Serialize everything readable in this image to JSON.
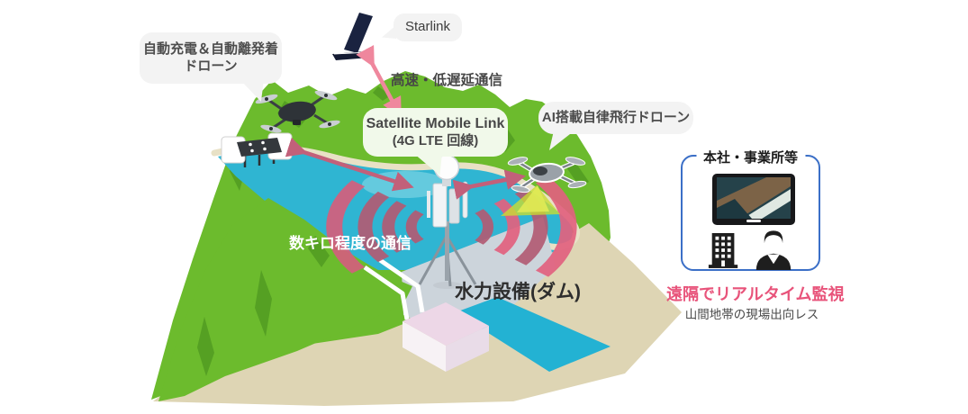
{
  "diagram": {
    "starlink": {
      "label": "Starlink"
    },
    "charging_drone_bubble": {
      "line1": "自動充電＆自動離発着",
      "line2": "ドローン"
    },
    "fast_link_label": "高速・低遅延通信",
    "sml_bubble": {
      "line1": "Satellite Mobile Link",
      "line2": "(4G LTE 回線)"
    },
    "ai_drone_bubble": {
      "label": "AI搭載自律飛行ドローン"
    },
    "range_label": "数キロ程度の通信",
    "dam_label": "水力設備(ダム)",
    "hq_panel": {
      "title": "本社・事業所等"
    },
    "highlight_label": "遠隔でリアルタイム監視",
    "sub_label": "山間地帯の現場出向レス"
  },
  "icons": {
    "satellite": "starlink-satellite-icon",
    "patrol_drone": "patrol-drone-icon",
    "charging_station": "drone-charging-station-icon",
    "antenna": "satellite-mobile-link-antenna-icon",
    "ai_drone": "ai-drone-icon",
    "monitor": "monitoring-tablet-icon",
    "building": "office-building-icon",
    "person": "operator-person-icon",
    "waves": "radio-wave-arcs-icon"
  },
  "colors": {
    "mountain_green": "#6cbb2d",
    "mountain_shadow": "#55a023",
    "lake_cyan": "#2fb5d2",
    "shore_beige": "#e8e1c6",
    "ground_beige": "#ded5b4",
    "dam_gray": "#ccd4db",
    "river_cyan": "#23b2d3",
    "wave_rose": "#b25c74",
    "wave_pink": "#e2627f",
    "arrow_light_pink": "#ef879d",
    "arrow_rose": "#c2607a",
    "panel_border_blue": "#3b6fc7",
    "highlight_pink": "#e8537a",
    "bubble_gray": "#f3f3f3",
    "bubble_green": "#f1f9ea",
    "satellite_navy": "#1a2340",
    "house_roof_pink": "#edd7e7",
    "beam_yellow_green": "#c8dc33"
  }
}
